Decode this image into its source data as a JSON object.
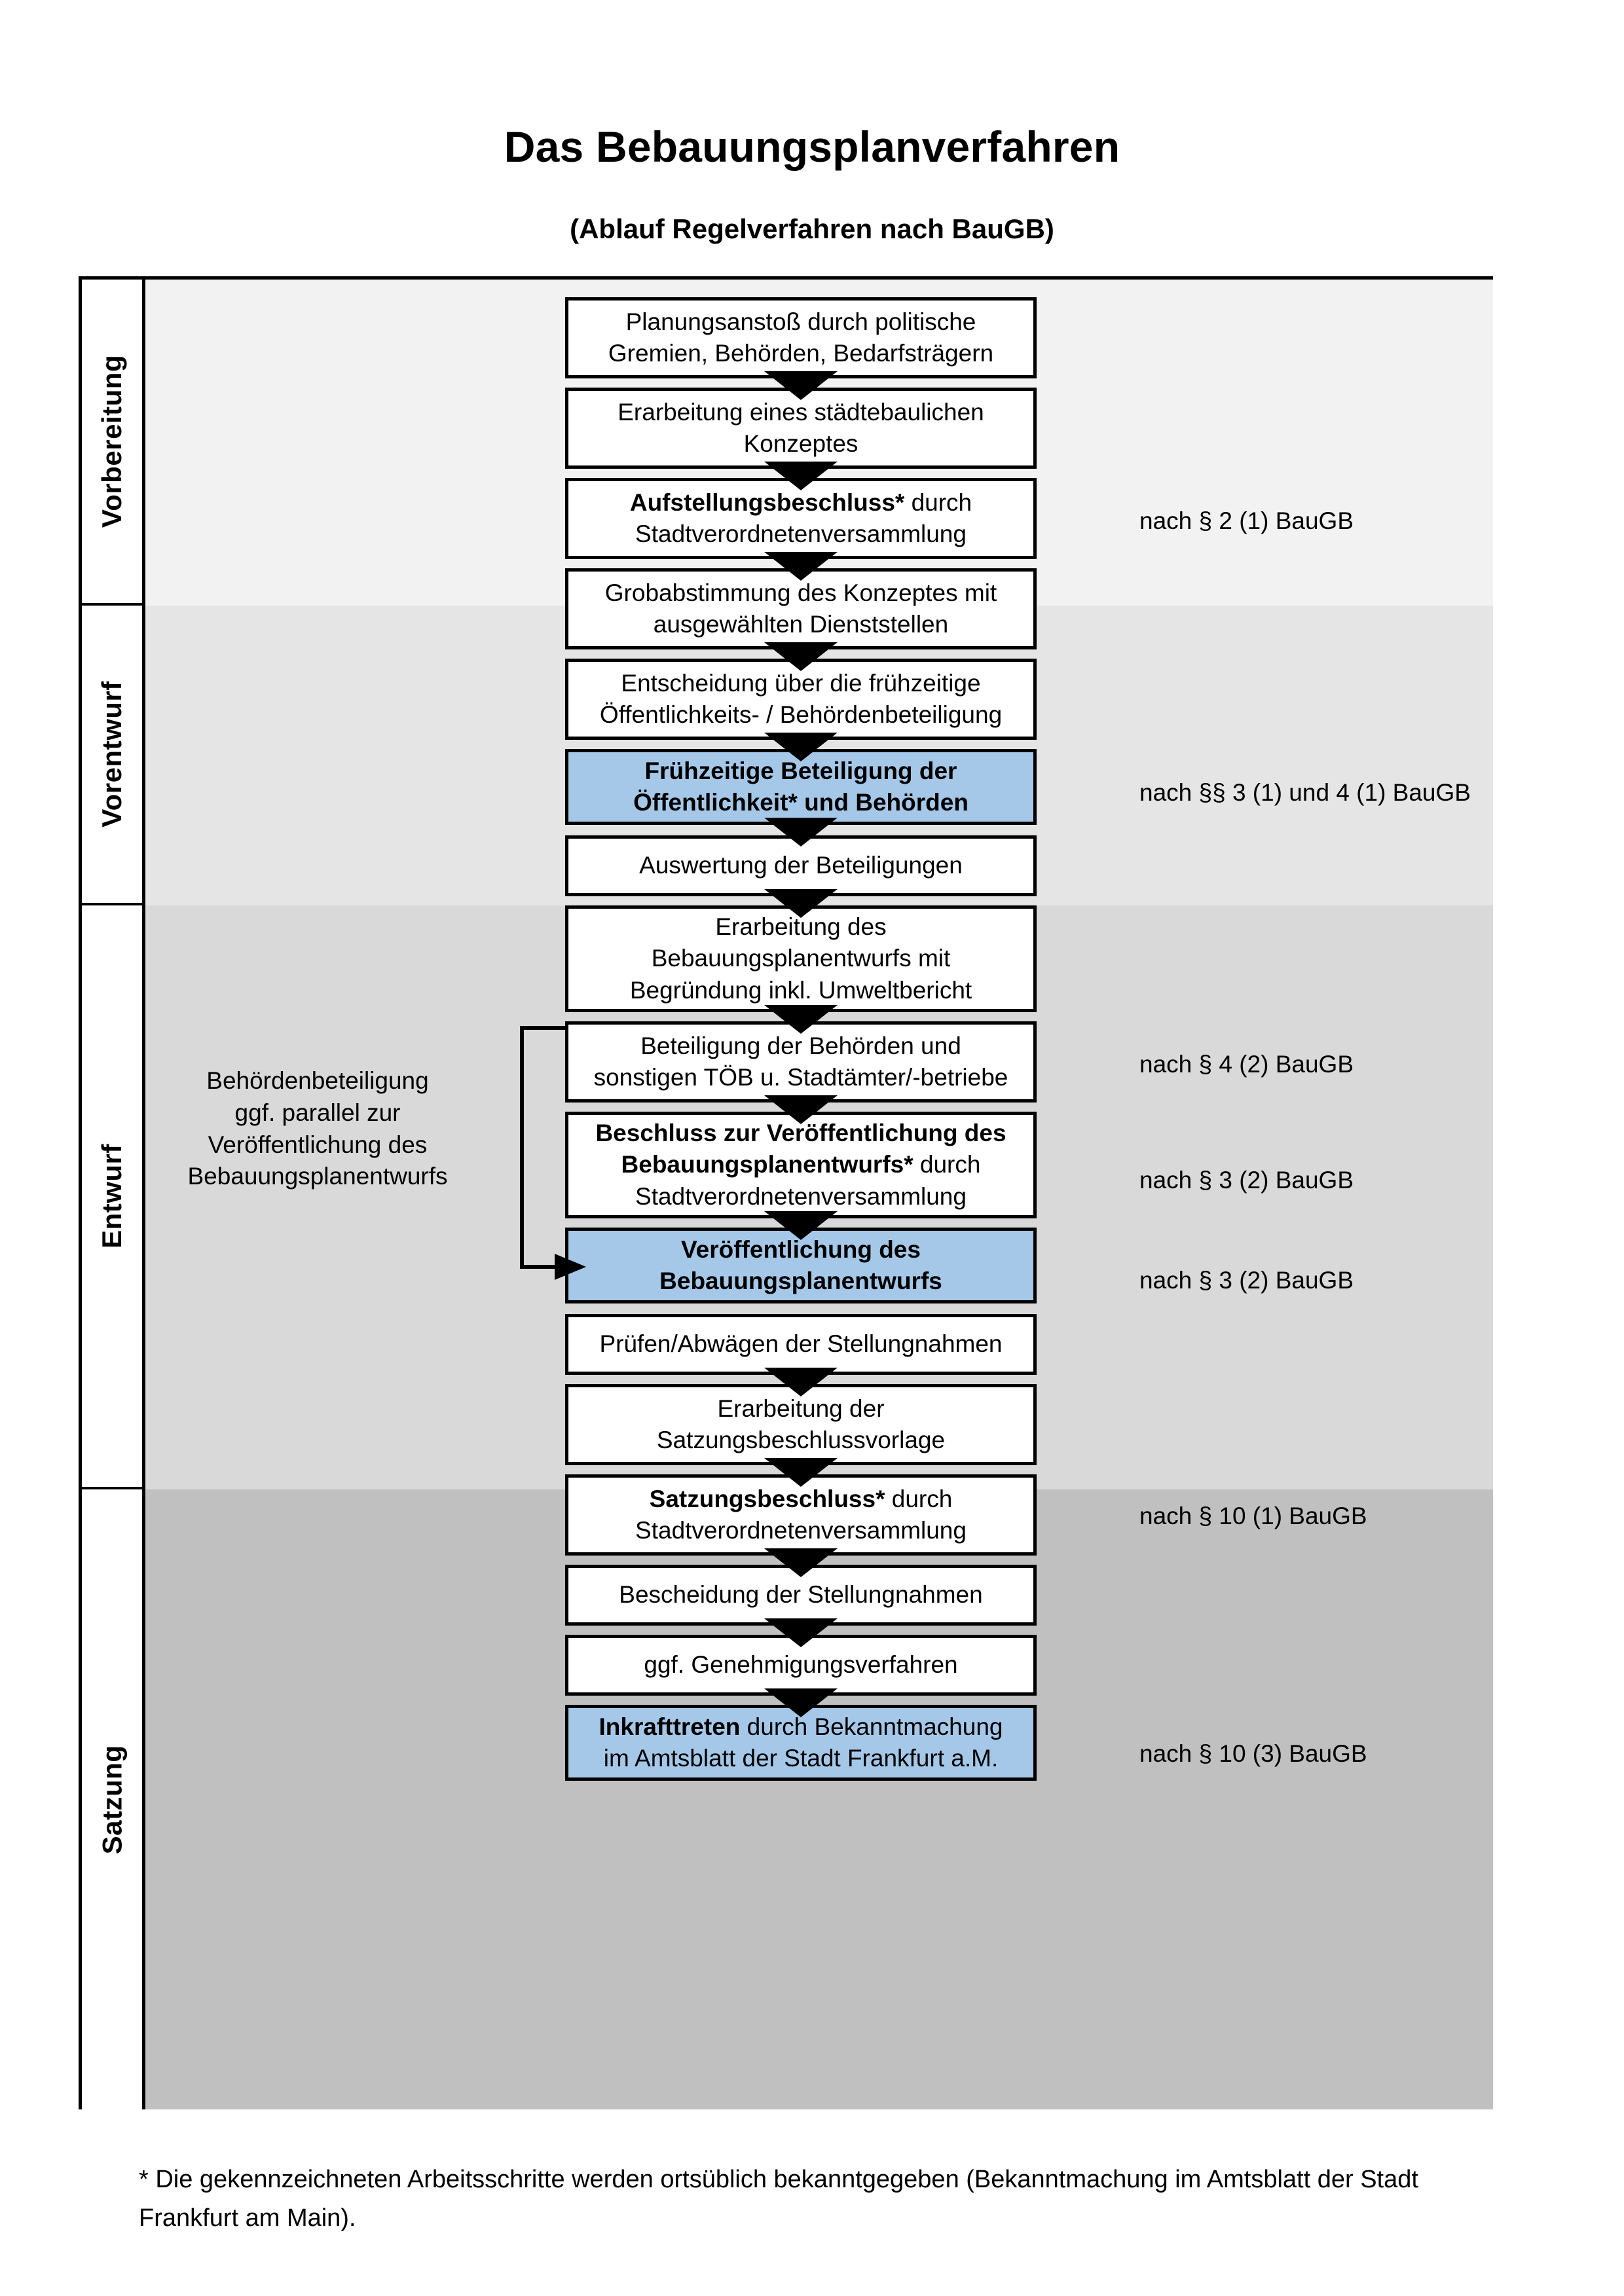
{
  "title": "Das Bebauungsplanverfahren",
  "subtitle": "(Ablauf Regelverfahren nach BauGB)",
  "phases": [
    {
      "id": "vorbereitung",
      "label": "Vorbereitung",
      "band_color": "#f2f2f2"
    },
    {
      "id": "vorentwurf",
      "label": "Vorentwurf",
      "band_color": "#e5e5e5"
    },
    {
      "id": "entwurf",
      "label": "Entwurf",
      "band_color": "#d9d9d9"
    },
    {
      "id": "satzung",
      "label": "Satzung",
      "band_color": "#c0c0c0"
    }
  ],
  "steps": [
    {
      "id": "s1",
      "phase": "vorbereitung",
      "text_line1": "Planungsanstoß durch politische",
      "text_line2": "Gremien, Behörden, Bedarfsträgern",
      "bold_prefix": "",
      "highlight": false
    },
    {
      "id": "s2",
      "phase": "vorbereitung",
      "text_line1": "Erarbeitung eines städtebaulichen",
      "text_line2": "Konzeptes",
      "bold_prefix": "",
      "highlight": false
    },
    {
      "id": "s3",
      "phase": "vorbereitung",
      "bold_prefix": "Aufstellungsbeschluss*",
      "text_line1": " durch",
      "text_line2": "Stadtverordnetenversammlung",
      "highlight": false
    },
    {
      "id": "s4",
      "phase": "vorentwurf",
      "text_line1": "Grobabstimmung des Konzeptes mit",
      "text_line2": "ausgewählten Dienststellen",
      "bold_prefix": "",
      "highlight": false
    },
    {
      "id": "s5",
      "phase": "vorentwurf",
      "text_line1": "Entscheidung über die frühzeitige",
      "text_line2": "Öffentlichkeits- / Behördenbeteiligung",
      "bold_prefix": "",
      "highlight": false
    },
    {
      "id": "s6",
      "phase": "vorentwurf",
      "bold_prefix": "Frühzeitige Beteiligung der",
      "text_line2": "Öffentlichkeit* und Behörden",
      "highlight": true,
      "all_bold": true
    },
    {
      "id": "s7",
      "phase": "entwurf",
      "text_line1": "Auswertung der Beteiligungen",
      "text_line2": "",
      "bold_prefix": "",
      "highlight": false
    },
    {
      "id": "s8",
      "phase": "entwurf",
      "text_line1": "Erarbeitung des",
      "text_line2": "Bebauungsplanentwurfs mit",
      "text_line3": "Begründung inkl. Umweltbericht",
      "bold_prefix": "",
      "highlight": false
    },
    {
      "id": "s9",
      "phase": "entwurf",
      "text_line1": "Beteiligung der Behörden und",
      "text_line2": "sonstigen TÖB u. Stadtämter/-betriebe",
      "bold_prefix": "",
      "highlight": false
    },
    {
      "id": "s10",
      "phase": "entwurf",
      "bold_prefix": "Beschluss zur Veröffentlichung des Bebauungsplanentwurfs*",
      "text_line2": " durch",
      "text_line3": "Stadtverordnetenversammlung",
      "highlight": false
    },
    {
      "id": "s11",
      "phase": "entwurf",
      "bold_prefix": "Veröffentlichung des",
      "text_line2": "Bebauungsplanentwurfs",
      "highlight": true,
      "all_bold": true
    },
    {
      "id": "s12",
      "phase": "satzung",
      "text_line1": "Prüfen/Abwägen der Stellungnahmen",
      "text_line2": "",
      "bold_prefix": "",
      "highlight": false
    },
    {
      "id": "s13",
      "phase": "satzung",
      "text_line1": "Erarbeitung der",
      "text_line2": "Satzungsbeschlussvorlage",
      "bold_prefix": "",
      "highlight": false
    },
    {
      "id": "s14",
      "phase": "satzung",
      "bold_prefix": "Satzungsbeschluss*",
      "text_line1": " durch",
      "text_line2": "Stadtverordnetenversammlung",
      "highlight": false
    },
    {
      "id": "s15",
      "phase": "satzung",
      "text_line1": "Bescheidung der Stellungnahmen",
      "text_line2": "",
      "bold_prefix": "",
      "highlight": false
    },
    {
      "id": "s16",
      "phase": "satzung",
      "text_line1": "ggf. Genehmigungsverfahren",
      "text_line2": "",
      "bold_prefix": "",
      "highlight": false
    },
    {
      "id": "s17",
      "phase": "satzung",
      "bold_prefix": "Inkrafttreten",
      "text_line1": " durch Bekanntmachung",
      "text_line2": "im Amtsblatt der Stadt Frankfurt a.M.",
      "highlight": true
    }
  ],
  "step_text": {
    "s1a": "Planungsanstoß durch politische",
    "s1b": "Gremien, Behörden, Bedarfsträgern",
    "s2a": "Erarbeitung eines städtebaulichen",
    "s2b": "Konzeptes",
    "s3bold": "Aufstellungsbeschluss*",
    "s3rest": " durch",
    "s3b": "Stadtverordnetenversammlung",
    "s4a": "Grobabstimmung des Konzeptes mit",
    "s4b": "ausgewählten Dienststellen",
    "s5a": "Entscheidung über die frühzeitige",
    "s5b": "Öffentlichkeits- / Behördenbeteiligung",
    "s6a": "Frühzeitige Beteiligung der",
    "s6b": "Öffentlichkeit* und Behörden",
    "s7a": "Auswertung der Beteiligungen",
    "s8a": "Erarbeitung des",
    "s8b": "Bebauungsplanentwurfs mit",
    "s8c": "Begründung inkl. Umweltbericht",
    "s9a": "Beteiligung der Behörden und",
    "s9b": "sonstigen TÖB u. Stadtämter/-betriebe",
    "s10bold1": "Beschluss zur Veröffentlichung des",
    "s10bold2": "Bebauungsplanentwurfs*",
    "s10rest": " durch",
    "s10c": "Stadtverordnetenversammlung",
    "s11a": "Veröffentlichung des",
    "s11b": "Bebauungsplanentwurfs",
    "s12a": "Prüfen/Abwägen der Stellungnahmen",
    "s13a": "Erarbeitung der",
    "s13b": "Satzungsbeschlussvorlage",
    "s14bold": "Satzungsbeschluss*",
    "s14rest": " durch",
    "s14b": "Stadtverordnetenversammlung",
    "s15a": "Bescheidung der Stellungnahmen",
    "s16a": "ggf. Genehmigungsverfahren",
    "s17bold": "Inkrafttreten",
    "s17rest": " durch Bekanntmachung",
    "s17b": "im Amtsblatt der Stadt Frankfurt a.M."
  },
  "side_note": {
    "line1": "Behördenbeteiligung",
    "line2": "ggf. parallel zur",
    "line3": "Veröffentlichung des",
    "line4": "Bebauungsplanentwurfs"
  },
  "legal_refs": [
    {
      "id": "r1",
      "text": "nach § 2 (1) BauGB"
    },
    {
      "id": "r2",
      "text": "nach §§ 3 (1) und 4 (1) BauGB"
    },
    {
      "id": "r3",
      "text": "nach § 4 (2) BauGB"
    },
    {
      "id": "r4",
      "text": "nach § 3 (2) BauGB"
    },
    {
      "id": "r5",
      "text": "nach § 3 (2) BauGB"
    },
    {
      "id": "r6",
      "text": "nach § 10 (1) BauGB"
    },
    {
      "id": "r7",
      "text": "nach § 10 (3) BauGB"
    }
  ],
  "footnote": {
    "line1": "* Die gekennzeichneten Arbeitsschritte werden ortsüblich bekanntgegeben (Bekanntmachung im Amtsblatt  der Stadt",
    "line2": "Frankfurt am Main)."
  },
  "colors": {
    "highlight_blue": "#a5c8e8",
    "band_vorbereitung": "#f2f2f2",
    "band_vorentwurf": "#e5e5e5",
    "band_entwurf": "#d9d9d9",
    "band_satzung": "#c0c0c0",
    "border": "#000000"
  }
}
